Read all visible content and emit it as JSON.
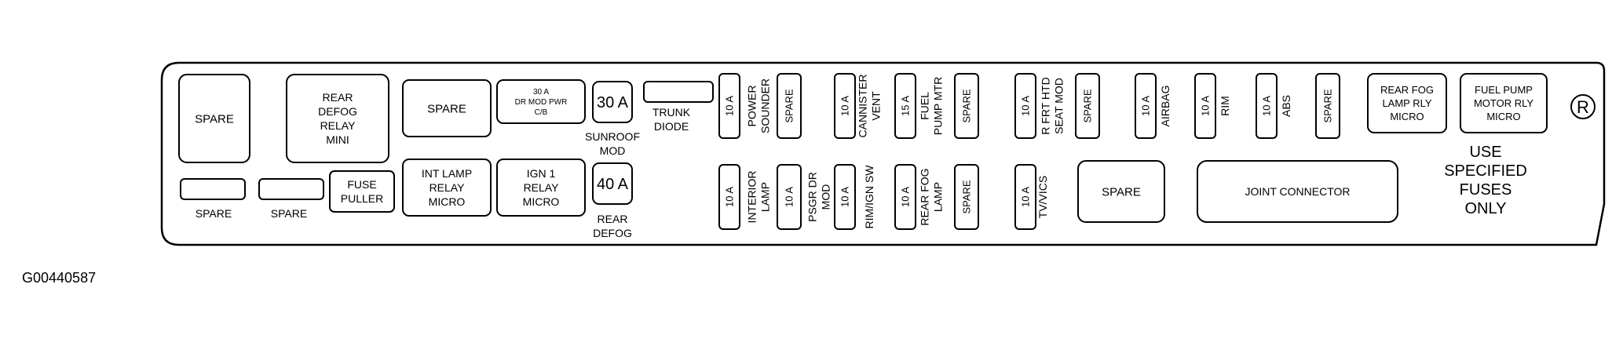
{
  "diagram": {
    "figure_id": "G00440587",
    "registered_mark": "R",
    "notice": [
      "USE",
      "SPECIFIED",
      "FUSES",
      "ONLY"
    ],
    "components": {
      "spare_large": [
        "SPARE"
      ],
      "rear_defog_relay_mini": [
        "REAR",
        "DEFOG",
        "RELAY",
        "MINI"
      ],
      "spare_left_1": [],
      "spare_left_2": [],
      "spare_label_1": [
        "SPARE"
      ],
      "spare_label_2": [
        "SPARE"
      ],
      "fuse_puller": [
        "FUSE",
        "PULLER"
      ],
      "spare_mid": [
        "SPARE"
      ],
      "int_lamp_relay_micro": [
        "INT LAMP",
        "RELAY",
        "MICRO"
      ],
      "dr_mod_pwr_cb": [
        "30 A",
        "DR MOD PWR",
        "C/B"
      ],
      "ign1_relay_micro": [
        "IGN 1",
        "RELAY",
        "MICRO"
      ],
      "sunroof_mod_fuse": [
        "30 A"
      ],
      "sunroof_mod_label": [
        "SUNROOF",
        "MOD"
      ],
      "rear_defog_fuse": [
        "40 A"
      ],
      "rear_defog_label": [
        "REAR",
        "DEFOG"
      ],
      "trunk_diode_slot": [],
      "trunk_diode_label": [
        "TRUNK",
        "DIODE"
      ],
      "fuse_power_sounder": [
        "10 A"
      ],
      "label_power_sounder": [
        "POWER",
        "SOUNDER"
      ],
      "fuse_spare_1": [
        "SPARE"
      ],
      "fuse_interior_lamp": [
        "10 A"
      ],
      "label_interior_lamp": [
        "INTERIOR",
        "LAMP"
      ],
      "fuse_psgr_dr_mod": [
        "10 A"
      ],
      "label_psgr_dr_mod": [
        "PSGR DR",
        "MOD"
      ],
      "fuse_cannister_vent": [
        "10 A"
      ],
      "label_cannister_vent": [
        "CANNISTER",
        "VENT"
      ],
      "fuse_fuel_pump_mtr": [
        "15 A"
      ],
      "label_fuel_pump_mtr": [
        "FUEL",
        "PUMP MTR"
      ],
      "fuse_spare_2": [
        "SPARE"
      ],
      "fuse_rim_ign_sw": [
        "10 A"
      ],
      "label_rim_ign_sw": [
        "RIM/IGN SW"
      ],
      "fuse_rear_fog_lamp": [
        "10 A"
      ],
      "label_rear_fog_lamp": [
        "REAR FOG",
        "LAMP"
      ],
      "fuse_spare_3": [
        "SPARE"
      ],
      "fuse_r_frt_htd_seat_mod": [
        "10 A"
      ],
      "label_r_frt_htd_seat_mod": [
        "R FRT HTD",
        "SEAT MOD"
      ],
      "fuse_spare_4": [
        "SPARE"
      ],
      "fuse_tv_vics": [
        "10 A"
      ],
      "label_tv_vics": [
        "TV/VICS"
      ],
      "fuse_airbag": [
        "10 A"
      ],
      "label_airbag": [
        "AIRBAG"
      ],
      "fuse_rim": [
        "10 A"
      ],
      "label_rim": [
        "RIM"
      ],
      "fuse_abs": [
        "10 A"
      ],
      "label_abs": [
        "ABS"
      ],
      "fuse_spare_5": [
        "SPARE"
      ],
      "spare_wide": [
        "SPARE"
      ],
      "joint_connector": [
        "JOINT CONNECTOR"
      ],
      "rear_fog_lamp_rly_micro": [
        "REAR FOG",
        "LAMP RLY",
        "MICRO"
      ],
      "fuel_pump_motor_rly_micro": [
        "FUEL PUMP",
        "MOTOR RLY",
        "MICRO"
      ]
    }
  }
}
